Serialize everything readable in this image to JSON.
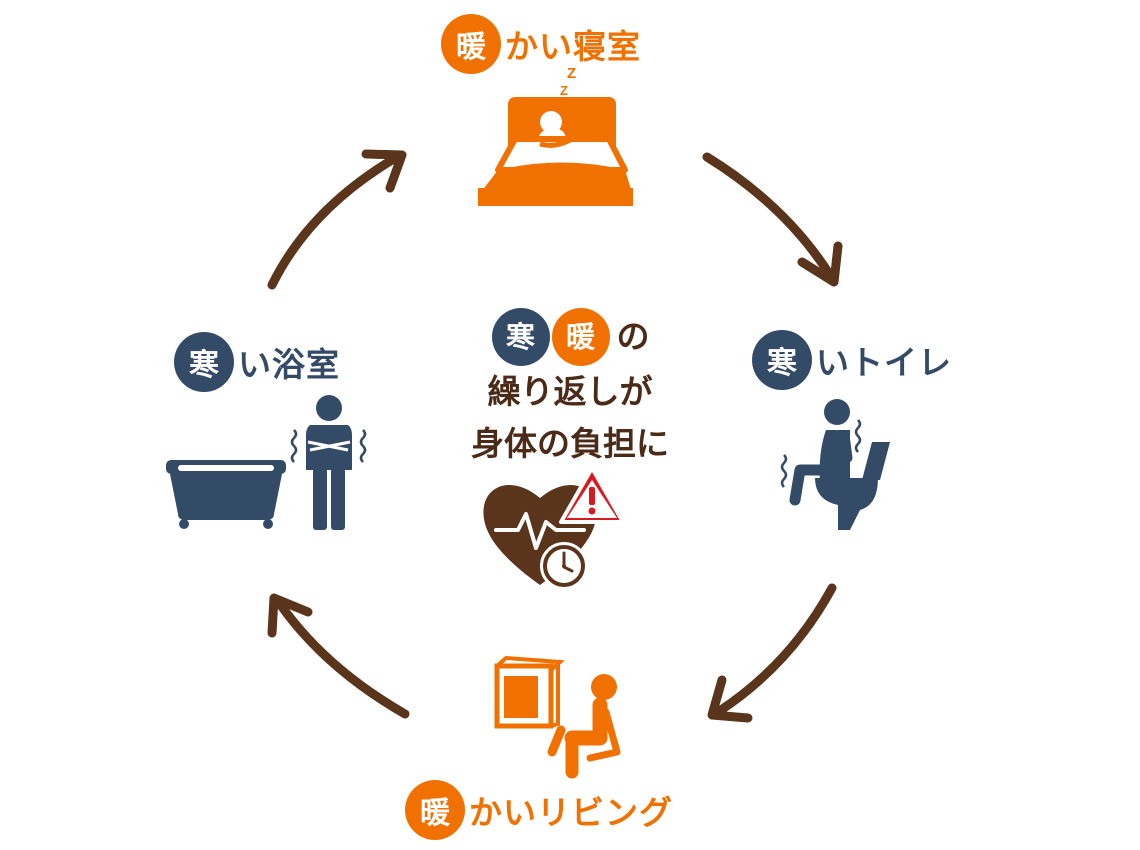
{
  "nodes": {
    "top": {
      "badge": "暖",
      "text": "かい寝室"
    },
    "right": {
      "badge": "寒",
      "text": "いトイレ"
    },
    "bottom": {
      "badge": "暖",
      "text": "かいリビング"
    },
    "left": {
      "badge": "寒",
      "text": "い浴室"
    }
  },
  "center": {
    "badge_cold": "寒",
    "badge_warm": "暖",
    "particle": "の",
    "line2": "繰り返しが",
    "line3": "身体の負担に"
  },
  "sleep_mark": "Z",
  "colors": {
    "warm": "#f07100",
    "cold": "#344b68",
    "arrow": "#5a351c",
    "heart": "#5a351c",
    "warning": "#d71920"
  }
}
